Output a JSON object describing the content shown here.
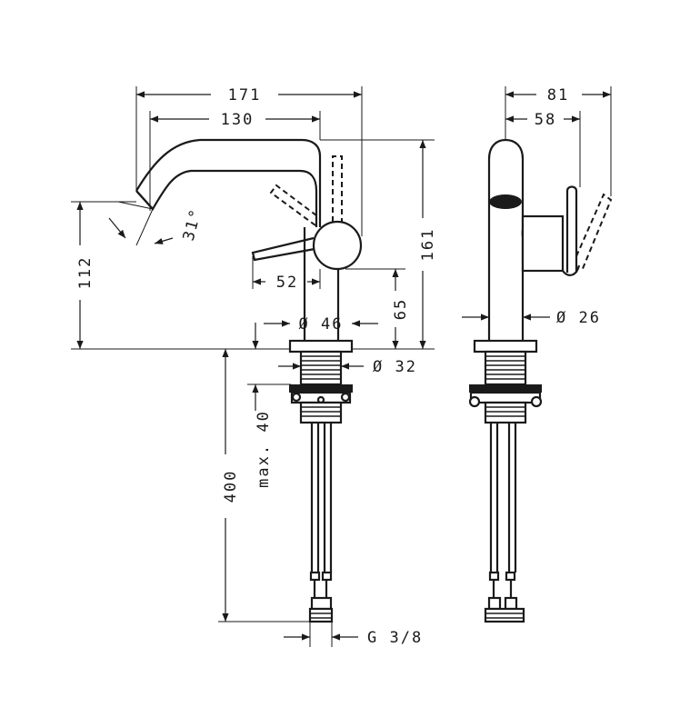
{
  "dimensions": {
    "d171": "171",
    "d130": "130",
    "d31": "31°",
    "d112": "112",
    "d161": "161",
    "d52": "52",
    "d65": "65",
    "d46": "Ø 46",
    "d32": "Ø 32",
    "d400": "400",
    "max40": "max. 40",
    "g38": "G 3/8",
    "d81": "81",
    "d58": "58",
    "d26": "Ø 26"
  }
}
